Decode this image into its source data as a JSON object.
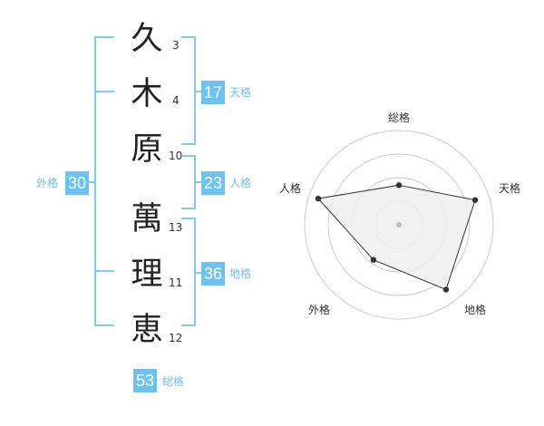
{
  "name": {
    "characters": [
      {
        "char": "久",
        "strokes": "3"
      },
      {
        "char": "木",
        "strokes": "4"
      },
      {
        "char": "原",
        "strokes": "10"
      },
      {
        "char": "萬",
        "strokes": "13"
      },
      {
        "char": "理",
        "strokes": "11"
      },
      {
        "char": "恵",
        "strokes": "12"
      }
    ]
  },
  "scores": {
    "tenkaku": {
      "value": "17",
      "label": "天格"
    },
    "jinkaku": {
      "value": "23",
      "label": "人格"
    },
    "chikaku": {
      "value": "36",
      "label": "地格"
    },
    "gaikaku": {
      "value": "30",
      "label": "外格"
    },
    "soukaku": {
      "value": "53",
      "label": "総格"
    }
  },
  "radar": {
    "axes": [
      "総格",
      "天格",
      "地格",
      "外格",
      "人格"
    ],
    "levels": [
      0.42,
      0.85,
      0.85,
      0.46,
      0.9
    ],
    "colors": {
      "ring": "#cccccc",
      "fill": "#eeeeee",
      "stroke": "#333333",
      "point": "#333333",
      "center": "#bbbbbb"
    }
  },
  "colors": {
    "accent": "#6ec2f0",
    "bracket": "#86c9ee",
    "text": "#222222"
  }
}
